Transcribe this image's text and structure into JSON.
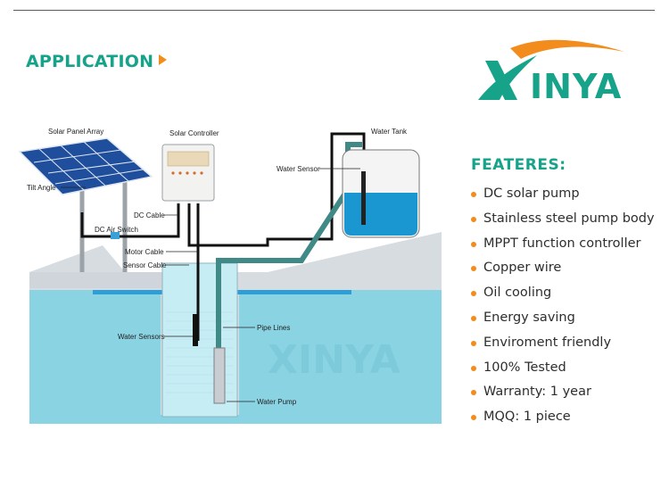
{
  "header": {
    "title": "APPLICATION",
    "brand": "XINYA",
    "colors": {
      "accent": "#16a38a",
      "bullet": "#f28c1c",
      "water": "#8ad3e3",
      "ground": "#d4d9dd"
    }
  },
  "diagram": {
    "labels": {
      "solar_panel_array": "Solar Panel Array",
      "tilt_angle": "Tilt Angle",
      "solar_controller": "Solar Controller",
      "dc_cable": "DC Cable",
      "dc_air_switch": "DC Air Switch",
      "motor_cable": "Motor Cable",
      "sensor_cable": "Sensor Cable",
      "water_tank": "Water Tank",
      "water_sensor": "Water Sensor",
      "water_sensors": "Water Sensors",
      "pipe_lines": "Pipe Lines",
      "water_pump": "Water Pump"
    },
    "watermark": "XINYA"
  },
  "features": {
    "title": "FEATERES:",
    "items": [
      "DC solar pump",
      "Stainless steel pump body",
      "MPPT function controller",
      "Copper wire",
      "Oil cooling",
      "Energy saving",
      "Enviroment friendly",
      "100% Tested",
      "Warranty: 1 year",
      "MQQ: 1 piece"
    ]
  }
}
